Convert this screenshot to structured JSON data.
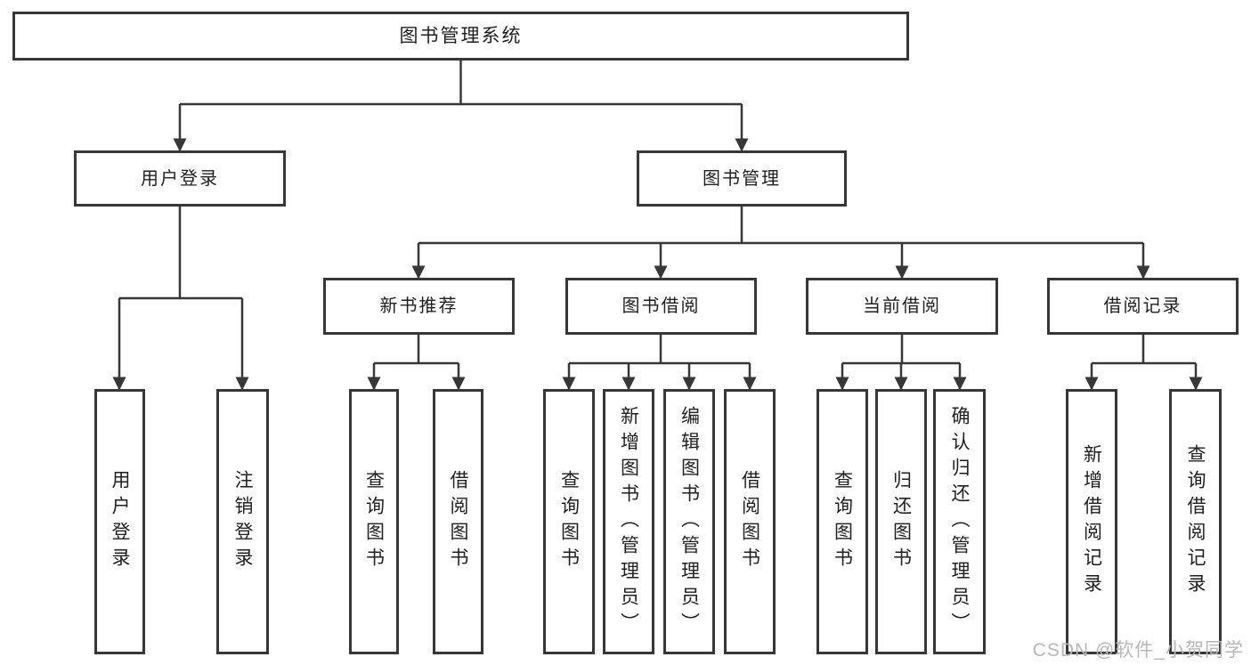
{
  "tree": {
    "label": "图书管理系统",
    "children": [
      {
        "label": "用户登录",
        "children": [
          {
            "label": "用户登录"
          },
          {
            "label": "注销登录"
          }
        ]
      },
      {
        "label": "图书管理",
        "children": [
          {
            "label": "新书推荐",
            "children": [
              {
                "label": "查询图书"
              },
              {
                "label": "借阅图书"
              }
            ]
          },
          {
            "label": "图书借阅",
            "children": [
              {
                "label": "查询图书"
              },
              {
                "label": "新增图书（管理员）"
              },
              {
                "label": "编辑图书（管理员）"
              },
              {
                "label": "借阅图书"
              }
            ]
          },
          {
            "label": "当前借阅",
            "children": [
              {
                "label": "查询图书"
              },
              {
                "label": "归还图书"
              },
              {
                "label": "确认归还（管理员）"
              }
            ]
          },
          {
            "label": "借阅记录",
            "children": [
              {
                "label": "新增借阅记录"
              },
              {
                "label": "查询借阅记录"
              }
            ]
          }
        ]
      }
    ]
  },
  "watermark": "CSDN @软件_小贺同学",
  "colors": {
    "line": "#373737",
    "text": "#1f1f1f",
    "watermark": "#b7b7b7",
    "background": "#ffffff"
  }
}
